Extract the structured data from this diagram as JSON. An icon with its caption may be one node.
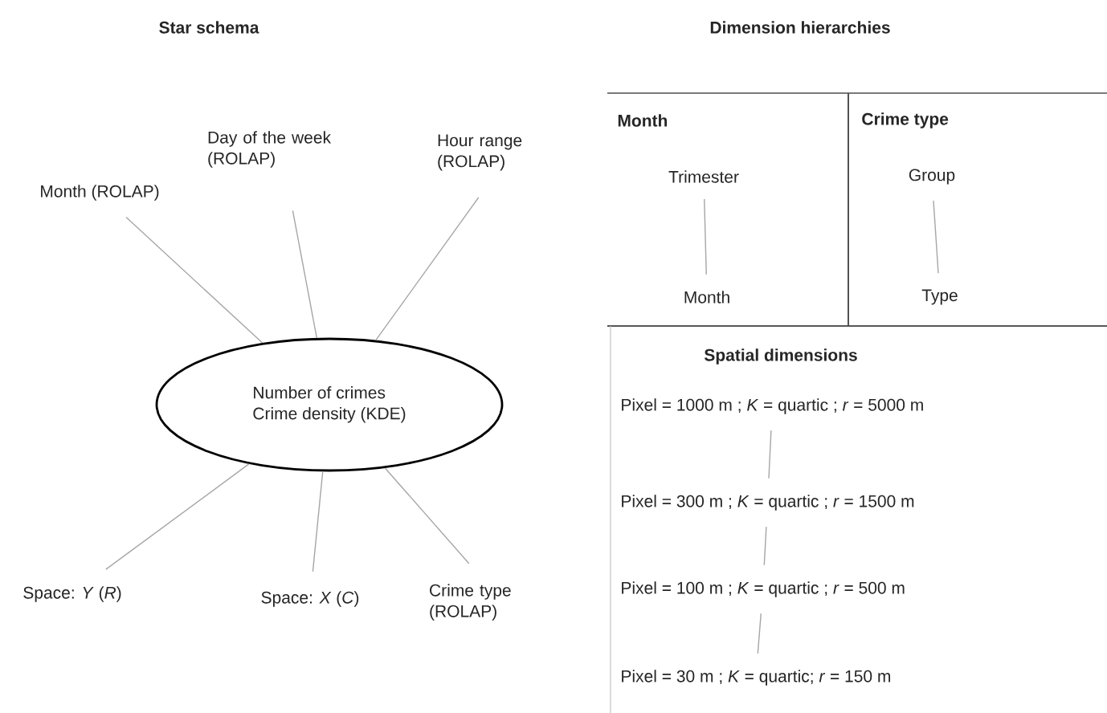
{
  "diagram": {
    "nodes": [
      {
        "text": [
          "Number of crimes",
          "Crime density (KDE)"
        ]
      },
      {
        "text": [
          "Month (ROLAP)"
        ]
      },
      {
        "text": [
          "Day of the week (ROLAP)"
        ]
      },
      {
        "text": [
          "Hour range (ROLAP)"
        ]
      },
      {
        "text": [
          "Space: *Y* (*R*)"
        ]
      },
      {
        "text": [
          "Space: *X* (*C*)"
        ]
      },
      {
        "text": [
          "Crime type (ROLAP)"
        ]
      },
      {
        "text": [
          "Month"
        ]
      },
      {
        "text": [
          "Trimester"
        ],
        "in": 7
      },
      {
        "text": [
          "Month"
        ],
        "in": 7
      },
      {
        "text": [
          "Crime type"
        ]
      },
      {
        "text": [
          "Group"
        ],
        "in": 10
      },
      {
        "text": [
          "Type"
        ],
        "in": 10
      },
      {
        "text": [
          "Spatial dimensions"
        ]
      },
      {
        "text": [
          "Pixel = 1000 m ; *K* = quartic ; *r* = 5000 m"
        ],
        "in": 13
      },
      {
        "text": [
          "Pixel = 300 m ; *K* = quartic ; *r* = 1500 m"
        ],
        "in": 13
      },
      {
        "text": [
          "Pixel = 100 m ; *K* = quartic ; *r* = 500 m"
        ],
        "in": 13
      },
      {
        "text": [
          "Pixel = 30 m ; *K* = quartic; *r* = 150 m"
        ],
        "in": 13
      }
    ],
    "edges": [
      {
        "from": 0,
        "to": 1,
        "arrow": "none"
      },
      {
        "from": 0,
        "to": 2,
        "arrow": "none"
      },
      {
        "from": 0,
        "to": 3,
        "arrow": "none"
      },
      {
        "from": 0,
        "to": 4,
        "arrow": "none"
      },
      {
        "from": 0,
        "to": 5,
        "arrow": "none"
      },
      {
        "from": 0,
        "to": 6,
        "arrow": "none"
      },
      {
        "from": 8,
        "to": 9,
        "arrow": "none"
      },
      {
        "from": 11,
        "to": 12,
        "arrow": "none"
      },
      {
        "from": 14,
        "to": 15,
        "arrow": "none"
      },
      {
        "from": 15,
        "to": 16,
        "arrow": "none"
      },
      {
        "from": 16,
        "to": 17,
        "arrow": "none"
      }
    ],
    "labels": [
      "Star schema",
      "Dimension hierarchies"
    ]
  }
}
